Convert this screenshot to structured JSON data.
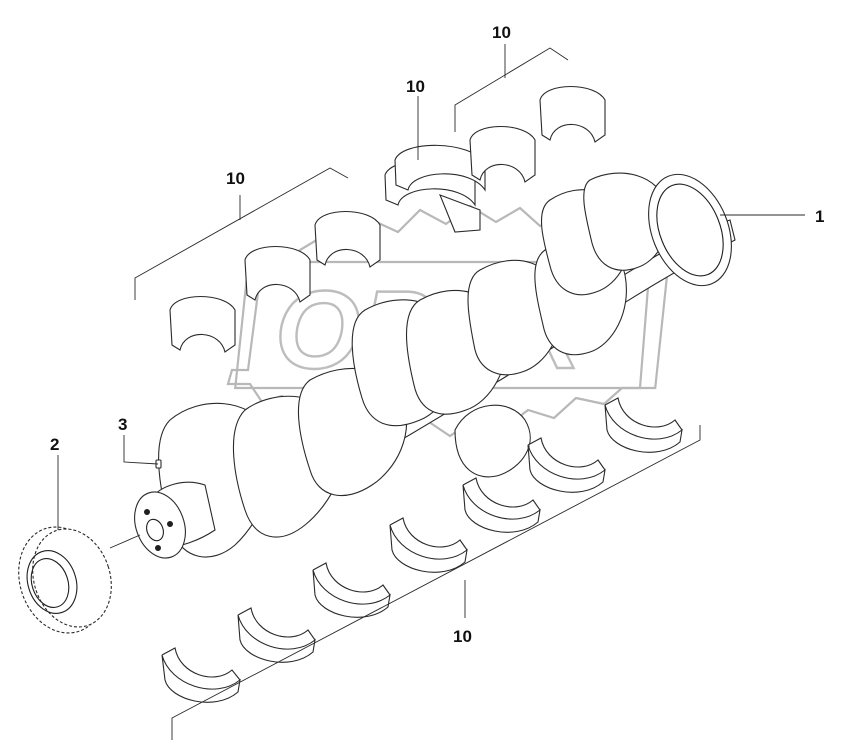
{
  "diagram": {
    "type": "exploded-parts-drawing",
    "watermark_text": "OPEX",
    "callouts": {
      "crankshaft": "1",
      "gear": "2",
      "pin": "3",
      "bearings_upper_right_top": "10",
      "bearings_upper_center": "10",
      "bearings_upper_left": "10",
      "bearings_lower": "10"
    },
    "colors": {
      "ink": "#1f1f1f",
      "part_fill": "#ffffff",
      "watermark": "#b8b8b8"
    }
  }
}
